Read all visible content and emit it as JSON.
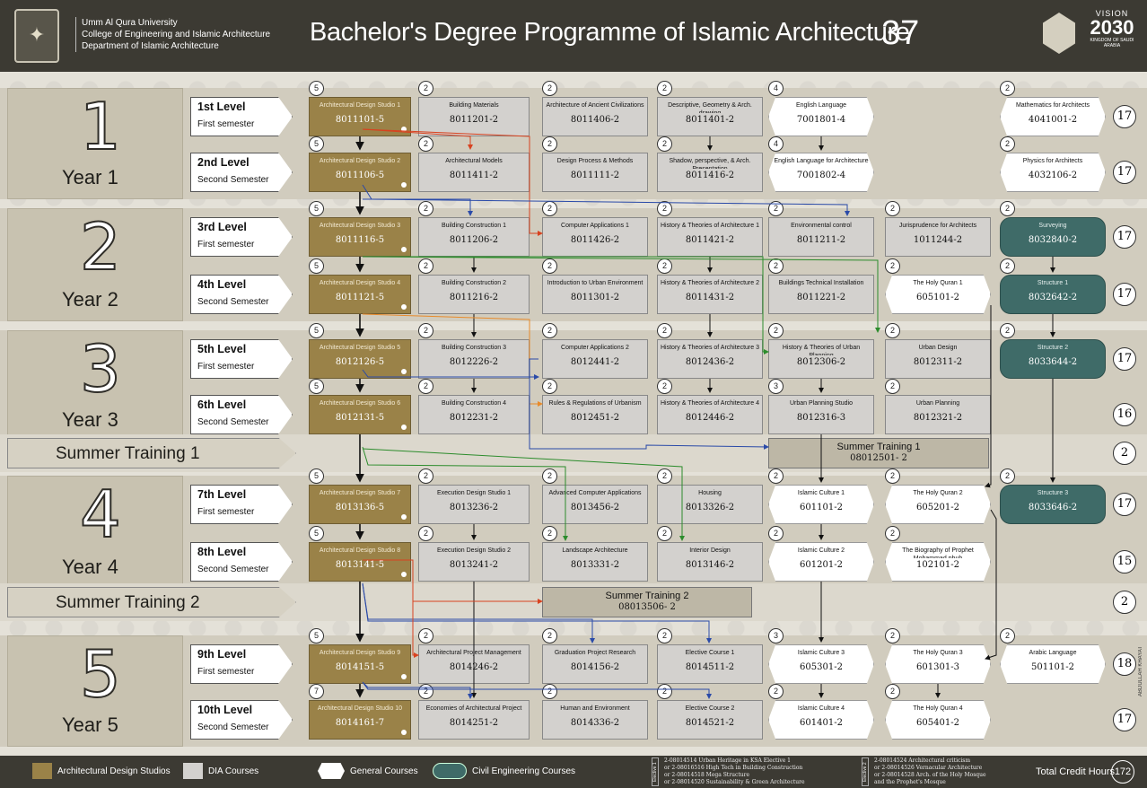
{
  "header": {
    "university": "Umm Al Qura University",
    "college": "College of Engineering and Islamic Architecture",
    "department": "Department of Islamic Architecture",
    "title": "Bachelor's Degree Programme of Islamic Architecture",
    "total_header": "37",
    "vision_label": "VISION",
    "vision_year": "2030",
    "vision_sub": "KINGDOM OF SAUDI ARABIA"
  },
  "years": [
    {
      "num": "1",
      "label": "Year 1"
    },
    {
      "num": "2",
      "label": "Year 2"
    },
    {
      "num": "3",
      "label": "Year 3"
    },
    {
      "num": "4",
      "label": "Year 4"
    },
    {
      "num": "5",
      "label": "Year 5"
    }
  ],
  "summer": [
    {
      "label": "Summer Training 1",
      "course_name": "Summer Training 1",
      "code": "08012501- 2",
      "total": "2"
    },
    {
      "label": "Summer Training 2",
      "course_name": "Summer Training 2",
      "code": "08013506- 2",
      "total": "2"
    }
  ],
  "levels": [
    {
      "level": "1st Level",
      "semester": "First semester",
      "total": "17",
      "courses": [
        {
          "col": 0,
          "type": "studio",
          "credit": "5",
          "name": "Architectural Design Studio 1",
          "code": "8011101-5"
        },
        {
          "col": 1,
          "type": "dia",
          "credit": "2",
          "name": "Building Materials",
          "code": "8011201-2"
        },
        {
          "col": 2,
          "type": "dia",
          "credit": "2",
          "name": "Architecture of Ancient Civilizations",
          "code": "8011406-2"
        },
        {
          "col": 3,
          "type": "dia",
          "credit": "2",
          "name": "Descriptive, Geometry & Arch. drawing",
          "code": "8011401-2"
        },
        {
          "col": 4,
          "type": "gen",
          "credit": "4",
          "name": "English Language",
          "code": "7001801-4"
        },
        {
          "col": 6,
          "type": "gen",
          "credit": "2",
          "name": "Mathematics for Architects",
          "code": "4041001-2"
        }
      ]
    },
    {
      "level": "2nd Level",
      "semester": "Second Semester",
      "total": "17",
      "courses": [
        {
          "col": 0,
          "type": "studio",
          "credit": "5",
          "name": "Architectural Design Studio 2",
          "code": "8011106-5"
        },
        {
          "col": 1,
          "type": "dia",
          "credit": "2",
          "name": "Architectural Models",
          "code": "8011411-2"
        },
        {
          "col": 2,
          "type": "dia",
          "credit": "2",
          "name": "Design Process & Methods",
          "code": "8011111-2"
        },
        {
          "col": 3,
          "type": "dia",
          "credit": "2",
          "name": "Shadow, perspective, & Arch. Presentation",
          "code": "8011416-2"
        },
        {
          "col": 4,
          "type": "gen",
          "credit": "4",
          "name": "English Language for Architecture",
          "code": "7001802-4"
        },
        {
          "col": 6,
          "type": "gen",
          "credit": "2",
          "name": "Physics for Architects",
          "code": "4032106-2"
        }
      ]
    },
    {
      "level": "3rd Level",
      "semester": "First semester",
      "total": "17",
      "courses": [
        {
          "col": 0,
          "type": "studio",
          "credit": "5",
          "name": "Architectural Design Studio 3",
          "code": "8011116-5"
        },
        {
          "col": 1,
          "type": "dia",
          "credit": "2",
          "name": "Building Construction 1",
          "code": "8011206-2"
        },
        {
          "col": 2,
          "type": "dia",
          "credit": "2",
          "name": "Computer Applications 1",
          "code": "8011426-2"
        },
        {
          "col": 3,
          "type": "dia",
          "credit": "2",
          "name": "History & Theories of Architecture 1",
          "code": "8011421-2"
        },
        {
          "col": 4,
          "type": "dia",
          "credit": "2",
          "name": "Environmental control",
          "code": "8011211-2"
        },
        {
          "col": 5,
          "type": "dia",
          "credit": "2",
          "name": "Jurisprudence for Architects",
          "code": "1011244-2"
        },
        {
          "col": 6,
          "type": "civ",
          "credit": "2",
          "name": "Surveying",
          "code": "8032840-2"
        }
      ]
    },
    {
      "level": "4th Level",
      "semester": "Second Semester",
      "total": "17",
      "courses": [
        {
          "col": 0,
          "type": "studio",
          "credit": "5",
          "name": "Architectural Design Studio 4",
          "code": "8011121-5"
        },
        {
          "col": 1,
          "type": "dia",
          "credit": "2",
          "name": "Building Construction 2",
          "code": "8011216-2"
        },
        {
          "col": 2,
          "type": "dia",
          "credit": "2",
          "name": "Introduction to Urban Environment",
          "code": "8011301-2"
        },
        {
          "col": 3,
          "type": "dia",
          "credit": "2",
          "name": "History & Theories of Architecture 2",
          "code": "8011431-2"
        },
        {
          "col": 4,
          "type": "dia",
          "credit": "2",
          "name": "Buildings Technical Installation",
          "code": "8011221-2"
        },
        {
          "col": 5,
          "type": "gen",
          "credit": "2",
          "name": "The Holy Quran 1",
          "code": "605101-2"
        },
        {
          "col": 6,
          "type": "civ",
          "credit": "2",
          "name": "Structure 1",
          "code": "8032642-2"
        }
      ]
    },
    {
      "level": "5th Level",
      "semester": "First semester",
      "total": "17",
      "courses": [
        {
          "col": 0,
          "type": "studio",
          "credit": "5",
          "name": "Architectural Design Studio 5",
          "code": "8012126-5"
        },
        {
          "col": 1,
          "type": "dia",
          "credit": "2",
          "name": "Building Construction 3",
          "code": "8012226-2"
        },
        {
          "col": 2,
          "type": "dia",
          "credit": "2",
          "name": "Computer Applications 2",
          "code": "8012441-2"
        },
        {
          "col": 3,
          "type": "dia",
          "credit": "2",
          "name": "History & Theories of Architecture 3",
          "code": "8012436-2"
        },
        {
          "col": 4,
          "type": "dia",
          "credit": "2",
          "name": "History & Theories of Urban Planning",
          "code": "8012306-2"
        },
        {
          "col": 5,
          "type": "dia",
          "credit": "2",
          "name": "Urban Design",
          "code": "8012311-2"
        },
        {
          "col": 6,
          "type": "civ",
          "credit": "2",
          "name": "Structure 2",
          "code": "8033644-2"
        }
      ]
    },
    {
      "level": "6th Level",
      "semester": "Second Semester",
      "total": "16",
      "courses": [
        {
          "col": 0,
          "type": "studio",
          "credit": "5",
          "name": "Architectural Design Studio 6",
          "code": "8012131-5"
        },
        {
          "col": 1,
          "type": "dia",
          "credit": "2",
          "name": "Building Construction 4",
          "code": "8012231-2"
        },
        {
          "col": 2,
          "type": "dia",
          "credit": "2",
          "name": "Rules & Regulations of Urbanism",
          "code": "8012451-2"
        },
        {
          "col": 3,
          "type": "dia",
          "credit": "2",
          "name": "History & Theories of Architecture 4",
          "code": "8012446-2"
        },
        {
          "col": 4,
          "type": "dia",
          "credit": "3",
          "name": "Urban Planning Studio",
          "code": "8012316-3"
        },
        {
          "col": 5,
          "type": "dia",
          "credit": "2",
          "name": "Urban Planning",
          "code": "8012321-2"
        }
      ]
    },
    {
      "level": "7th Level",
      "semester": "First semester",
      "total": "17",
      "courses": [
        {
          "col": 0,
          "type": "studio",
          "credit": "5",
          "name": "Architectural Design Studio 7",
          "code": "8013136-5"
        },
        {
          "col": 1,
          "type": "dia",
          "credit": "2",
          "name": "Execution Design Studio 1",
          "code": "8013236-2"
        },
        {
          "col": 2,
          "type": "dia",
          "credit": "2",
          "name": "Advanced Computer Applications",
          "code": "8013456-2"
        },
        {
          "col": 3,
          "type": "dia",
          "credit": "2",
          "name": "Housing",
          "code": "8013326-2"
        },
        {
          "col": 4,
          "type": "gen",
          "credit": "2",
          "name": "Islamic Culture 1",
          "code": "601101-2"
        },
        {
          "col": 5,
          "type": "gen",
          "credit": "2",
          "name": "The Holy Quran 2",
          "code": "605201-2"
        },
        {
          "col": 6,
          "type": "civ",
          "credit": "2",
          "name": "Structure 3",
          "code": "8033646-2"
        }
      ]
    },
    {
      "level": "8th Level",
      "semester": "Second Semester",
      "total": "15",
      "courses": [
        {
          "col": 0,
          "type": "studio",
          "credit": "5",
          "name": "Architectural Design Studio 8",
          "code": "8013141-5"
        },
        {
          "col": 1,
          "type": "dia",
          "credit": "2",
          "name": "Execution Design Studio 2",
          "code": "8013241-2"
        },
        {
          "col": 2,
          "type": "dia",
          "credit": "2",
          "name": "Landscape Architecture",
          "code": "8013331-2"
        },
        {
          "col": 3,
          "type": "dia",
          "credit": "2",
          "name": "Interior Design",
          "code": "8013146-2"
        },
        {
          "col": 4,
          "type": "gen",
          "credit": "2",
          "name": "Islamic Culture 2",
          "code": "601201-2"
        },
        {
          "col": 5,
          "type": "gen",
          "credit": "2",
          "name": "The Biography of Prophet Mohammad pbuh",
          "code": "102101-2"
        }
      ]
    },
    {
      "level": "9th Level",
      "semester": "First semester",
      "total": "18",
      "courses": [
        {
          "col": 0,
          "type": "studio",
          "credit": "5",
          "name": "Architectural Design Studio 9",
          "code": "8014151-5"
        },
        {
          "col": 1,
          "type": "dia",
          "credit": "2",
          "name": "Architectural Project Management",
          "code": "8014246-2"
        },
        {
          "col": 2,
          "type": "dia",
          "credit": "2",
          "name": "Graduation Project Research",
          "code": "8014156-2"
        },
        {
          "col": 3,
          "type": "dia",
          "credit": "2",
          "name": "Elective Course 1",
          "code": "8014511-2"
        },
        {
          "col": 4,
          "type": "gen",
          "credit": "3",
          "name": "Islamic Culture 3",
          "code": "605301-2"
        },
        {
          "col": 5,
          "type": "gen",
          "credit": "2",
          "name": "The Holy Quran 3",
          "code": "601301-3"
        },
        {
          "col": 6,
          "type": "gen",
          "credit": "2",
          "name": "Arabic Language",
          "code": "501101-2"
        }
      ]
    },
    {
      "level": "10th Level",
      "semester": "Second Semester",
      "total": "17",
      "courses": [
        {
          "col": 0,
          "type": "studio",
          "credit": "7",
          "name": "Architectural Design Studio 10",
          "code": "8014161-7"
        },
        {
          "col": 1,
          "type": "dia",
          "credit": "2",
          "name": "Economies of Architectural Project",
          "code": "8014251-2"
        },
        {
          "col": 2,
          "type": "dia",
          "credit": "2",
          "name": "Human and Environment",
          "code": "8014336-2"
        },
        {
          "col": 3,
          "type": "dia",
          "credit": "2",
          "name": "Elective Course 2",
          "code": "8014521-2"
        },
        {
          "col": 4,
          "type": "gen",
          "credit": "2",
          "name": "Islamic Culture 4",
          "code": "601401-2"
        },
        {
          "col": 5,
          "type": "gen",
          "credit": "2",
          "name": "The Holy Quran 4",
          "code": "605401-2"
        }
      ]
    }
  ],
  "legend": {
    "studio": "Architectural Design Studios",
    "dia": "DIA Courses",
    "general": "General Courses",
    "civil": "Civil Engineering Courses",
    "elective1_tag": "Elective 1",
    "elective1": [
      "2-08014514 Urban Heritage in KSA Elective 1",
      "or 2-08016516 High Tech in Building Construction",
      "or 2-08014518 Mega Structure",
      "or 2-08014520 Sustainability & Green Architecture"
    ],
    "elective2_tag": "Elective 2",
    "elective2": [
      "2-08014524 Architectural criticism",
      "or 2-08014526 Vernacular Architecture",
      "or 2-08014528 Arch. of the Holy Mosque",
      "and the Prophet's Mosque"
    ],
    "total_label": "Total Credit Hours",
    "total": "172"
  },
  "author": "ABDULLAH KHAYAT",
  "colors": {
    "studio": "#9a8248",
    "dia": "#d3d1ce",
    "general": "#ffffff",
    "civil": "#3f6b68",
    "header": "#3c3a33"
  }
}
